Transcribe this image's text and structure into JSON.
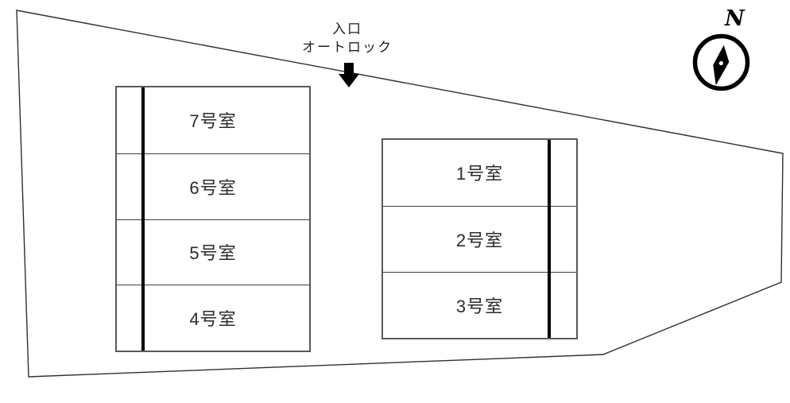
{
  "plan": {
    "title": "apartment-site-plan",
    "background_color": "#ffffff",
    "boundary_color": "#2f2f2f",
    "box_border_color": "#595959",
    "partition_color": "#000000",
    "entrance": {
      "line1": "入口",
      "line2": "オートロック"
    },
    "compass": {
      "north_label": "N"
    },
    "buildings": {
      "left": {
        "rooms": [
          "7号室",
          "6号室",
          "5号室",
          "4号室"
        ]
      },
      "right": {
        "rooms": [
          "1号室",
          "2号室",
          "3号室"
        ]
      }
    }
  }
}
